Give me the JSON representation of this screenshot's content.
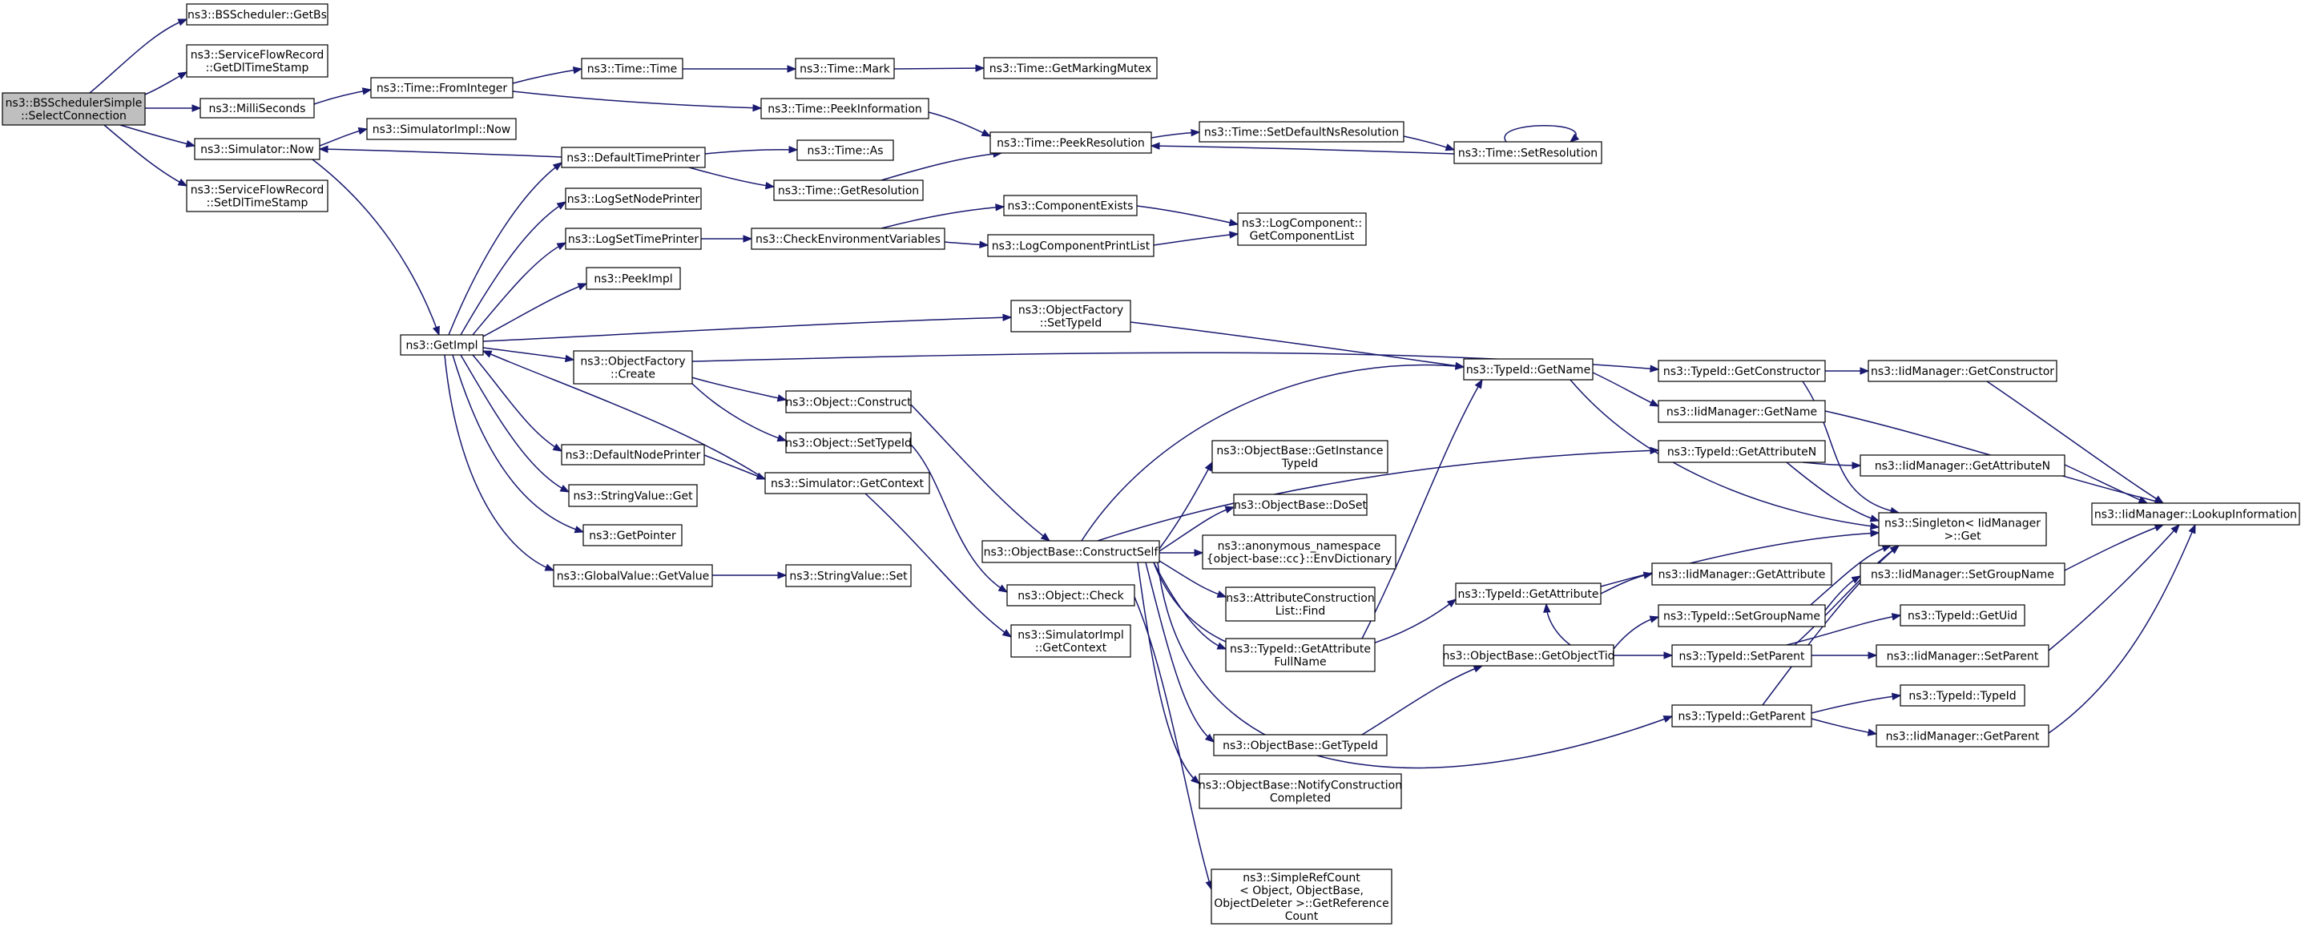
{
  "graph": {
    "title": "ns3::BSSchedulerSimple::SelectConnection call graph",
    "edge_color": "#191970",
    "root_fill": "#bfbfbf",
    "nodes": [
      {
        "id": "root",
        "lines": [
          "ns3::BSSchedulerSimple",
          "::SelectConnection"
        ],
        "root": true
      },
      {
        "id": "getbs",
        "lines": [
          "ns3::BSScheduler::GetBs"
        ]
      },
      {
        "id": "getdlts",
        "lines": [
          "ns3::ServiceFlowRecord",
          "::GetDlTimeStamp"
        ]
      },
      {
        "id": "millis",
        "lines": [
          "ns3::MilliSeconds"
        ]
      },
      {
        "id": "simnow",
        "lines": [
          "ns3::Simulator::Now"
        ]
      },
      {
        "id": "setdlts",
        "lines": [
          "ns3::ServiceFlowRecord",
          "::SetDlTimeStamp"
        ]
      },
      {
        "id": "fromint",
        "lines": [
          "ns3::Time::FromInteger"
        ]
      },
      {
        "id": "timetime",
        "lines": [
          "ns3::Time::Time"
        ]
      },
      {
        "id": "mark",
        "lines": [
          "ns3::Time::Mark"
        ]
      },
      {
        "id": "markmutex",
        "lines": [
          "ns3::Time::GetMarkingMutex"
        ]
      },
      {
        "id": "peekinfo",
        "lines": [
          "ns3::Time::PeekInformation"
        ]
      },
      {
        "id": "implnow",
        "lines": [
          "ns3::SimulatorImpl::Now"
        ]
      },
      {
        "id": "deftp",
        "lines": [
          "ns3::DefaultTimePrinter"
        ]
      },
      {
        "id": "timeas",
        "lines": [
          "ns3::Time::As"
        ]
      },
      {
        "id": "peekres",
        "lines": [
          "ns3::Time::PeekResolution"
        ]
      },
      {
        "id": "setdefns",
        "lines": [
          "ns3::Time::SetDefaultNsResolution"
        ]
      },
      {
        "id": "setres",
        "lines": [
          "ns3::Time::SetResolution"
        ]
      },
      {
        "id": "getres",
        "lines": [
          "ns3::Time::GetResolution"
        ]
      },
      {
        "id": "lognodep",
        "lines": [
          "ns3::LogSetNodePrinter"
        ]
      },
      {
        "id": "logtimep",
        "lines": [
          "ns3::LogSetTimePrinter"
        ]
      },
      {
        "id": "checkenv",
        "lines": [
          "ns3::CheckEnvironmentVariables"
        ]
      },
      {
        "id": "compexists",
        "lines": [
          "ns3::ComponentExists"
        ]
      },
      {
        "id": "logcompprint",
        "lines": [
          "ns3::LogComponentPrintList"
        ]
      },
      {
        "id": "getcomplist",
        "lines": [
          "ns3::LogComponent::",
          "GetComponentList"
        ]
      },
      {
        "id": "peekimpl",
        "lines": [
          "ns3::PeekImpl"
        ]
      },
      {
        "id": "getimpl",
        "lines": [
          "ns3::GetImpl"
        ]
      },
      {
        "id": "ofsettid",
        "lines": [
          "ns3::ObjectFactory",
          "::SetTypeId"
        ]
      },
      {
        "id": "ofcreate",
        "lines": [
          "ns3::ObjectFactory",
          "::Create"
        ]
      },
      {
        "id": "objconstruct",
        "lines": [
          "ns3::Object::Construct"
        ]
      },
      {
        "id": "objsettid",
        "lines": [
          "ns3::Object::SetTypeId"
        ]
      },
      {
        "id": "defnodep",
        "lines": [
          "ns3::DefaultNodePrinter"
        ]
      },
      {
        "id": "simgetctx",
        "lines": [
          "ns3::Simulator::GetContext"
        ]
      },
      {
        "id": "strget",
        "lines": [
          "ns3::StringValue::Get"
        ]
      },
      {
        "id": "getpointer",
        "lines": [
          "ns3::GetPointer"
        ]
      },
      {
        "id": "gvgetvalue",
        "lines": [
          "ns3::GlobalValue::GetValue"
        ]
      },
      {
        "id": "strset",
        "lines": [
          "ns3::StringValue::Set"
        ]
      },
      {
        "id": "obconstructself",
        "lines": [
          "ns3::ObjectBase::ConstructSelf"
        ]
      },
      {
        "id": "objcheck",
        "lines": [
          "ns3::Object::Check"
        ]
      },
      {
        "id": "implgetctx",
        "lines": [
          "ns3::SimulatorImpl",
          "::GetContext"
        ]
      },
      {
        "id": "obgetinst",
        "lines": [
          "ns3::ObjectBase::GetInstance",
          "TypeId"
        ]
      },
      {
        "id": "obdoset",
        "lines": [
          "ns3::ObjectBase::DoSet"
        ]
      },
      {
        "id": "anonenv",
        "lines": [
          "ns3::anonymous_namespace",
          "{object-base::cc}::EnvDictionary"
        ]
      },
      {
        "id": "acfind",
        "lines": [
          "ns3::AttributeConstruction",
          "List::Find"
        ]
      },
      {
        "id": "tidgetattrfull",
        "lines": [
          "ns3::TypeId::GetAttribute",
          "FullName"
        ]
      },
      {
        "id": "obgettid",
        "lines": [
          "ns3::ObjectBase::GetTypeId"
        ]
      },
      {
        "id": "obnotify",
        "lines": [
          "ns3::ObjectBase::NotifyConstruction",
          "Completed"
        ]
      },
      {
        "id": "simplerefcount",
        "lines": [
          "ns3::SimpleRefCount",
          "< Object, ObjectBase,",
          "ObjectDeleter >::GetReference",
          "Count"
        ]
      },
      {
        "id": "tidgetname",
        "lines": [
          "ns3::TypeId::GetName"
        ]
      },
      {
        "id": "tidgetattr",
        "lines": [
          "ns3::TypeId::GetAttribute"
        ]
      },
      {
        "id": "obgetobjtid",
        "lines": [
          "ns3::ObjectBase::GetObjectTid"
        ]
      },
      {
        "id": "tidgetctor",
        "lines": [
          "ns3::TypeId::GetConstructor"
        ]
      },
      {
        "id": "iidgetname",
        "lines": [
          "ns3::IidManager::GetName"
        ]
      },
      {
        "id": "tidgetattrn",
        "lines": [
          "ns3::TypeId::GetAttributeN"
        ]
      },
      {
        "id": "iidgetattr",
        "lines": [
          "ns3::IidManager::GetAttribute"
        ]
      },
      {
        "id": "tidsetgroup",
        "lines": [
          "ns3::TypeId::SetGroupName"
        ]
      },
      {
        "id": "tidsetparent",
        "lines": [
          "ns3::TypeId::SetParent"
        ]
      },
      {
        "id": "tidgetparent",
        "lines": [
          "ns3::TypeId::GetParent"
        ]
      },
      {
        "id": "iidgetctor",
        "lines": [
          "ns3::IidManager::GetConstructor"
        ]
      },
      {
        "id": "iidgetattrn",
        "lines": [
          "ns3::IidManager::GetAttributeN"
        ]
      },
      {
        "id": "singleton",
        "lines": [
          "ns3::Singleton< IidManager",
          ">::Get"
        ]
      },
      {
        "id": "iidsetgroup",
        "lines": [
          "ns3::IidManager::SetGroupName"
        ]
      },
      {
        "id": "tidgetuid",
        "lines": [
          "ns3::TypeId::GetUid"
        ]
      },
      {
        "id": "iidsetparent",
        "lines": [
          "ns3::IidManager::SetParent"
        ]
      },
      {
        "id": "tidtypeid",
        "lines": [
          "ns3::TypeId::TypeId"
        ]
      },
      {
        "id": "iidgetparent",
        "lines": [
          "ns3::IidManager::GetParent"
        ]
      },
      {
        "id": "iidlookup",
        "lines": [
          "ns3::IidManager::LookupInformation"
        ]
      }
    ]
  }
}
